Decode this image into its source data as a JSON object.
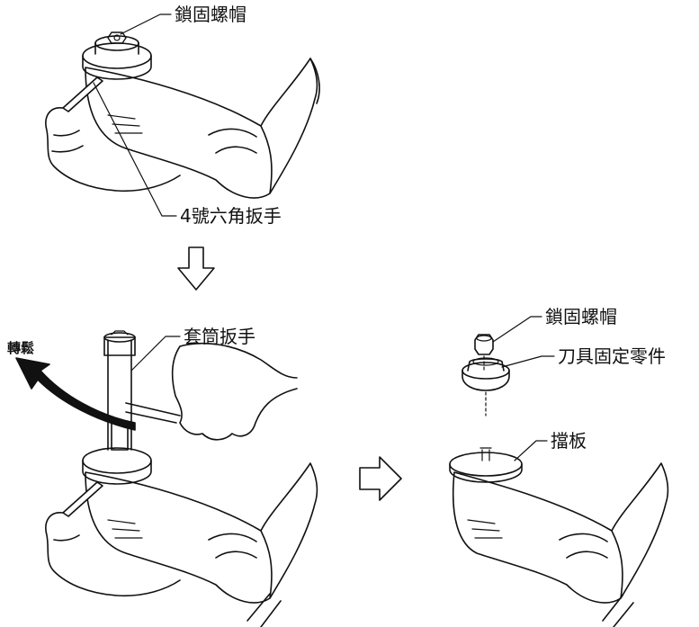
{
  "labels": {
    "lock_nut_top": "鎖固螺帽",
    "hex_wrench": "4號六角扳手",
    "loosen": "轉鬆",
    "socket_wrench": "套筒扳手",
    "lock_nut_right": "鎖固螺帽",
    "blade_holder": "刀具固定零件",
    "guard_plate": "擋板"
  }
}
